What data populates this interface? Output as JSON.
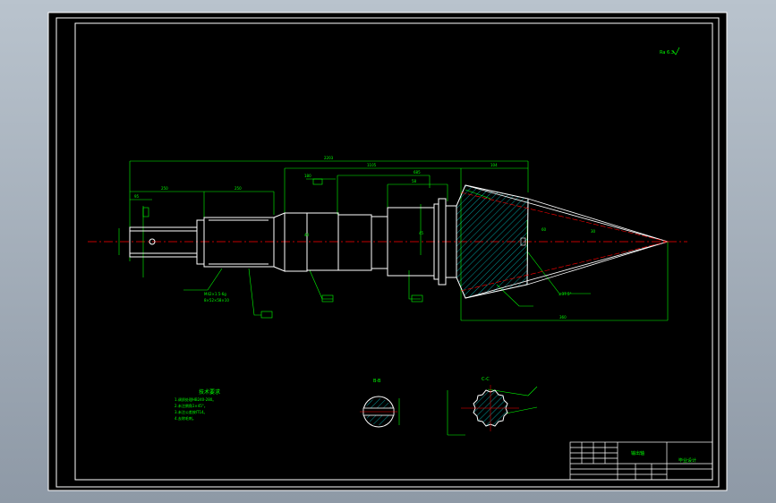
{
  "colors": {
    "background": "#000000",
    "border": "#ffffff",
    "dimension": "#00ff00",
    "centerline": "#ff0000",
    "part": "#ffffff",
    "hatch": "#00ffff",
    "viewport": "#a3adb8"
  },
  "texts": {
    "roughness_corner": "Ra 6.3",
    "dim_overall": "2203",
    "dim_a": "1105",
    "dim_b": "685",
    "dim_c": "250",
    "dim_d": "250",
    "dim_e": "95",
    "dim_f": "180",
    "dim_g": "58",
    "dim_h": "104",
    "dim_i": "60",
    "dim_j": "45",
    "dim_k": "40",
    "dim_right": "30",
    "dim_bottom": "360",
    "thread_note_1": "M42×1.5-6g",
    "thread_note_2": "8×52×58×10",
    "angle_note": "∠37.5°",
    "section_bb": "B-B",
    "section_cc": "C-C",
    "tech_title": "技术要求",
    "tech_line_1": "1.调质处理HB240-280。",
    "tech_line_2": "2.未注倒角1×45°。",
    "tech_line_3": "3.未注公差按IT14。",
    "tech_line_4": "4.去除毛刺。",
    "title_part": "输出轴",
    "title_school": "毕业设计"
  }
}
